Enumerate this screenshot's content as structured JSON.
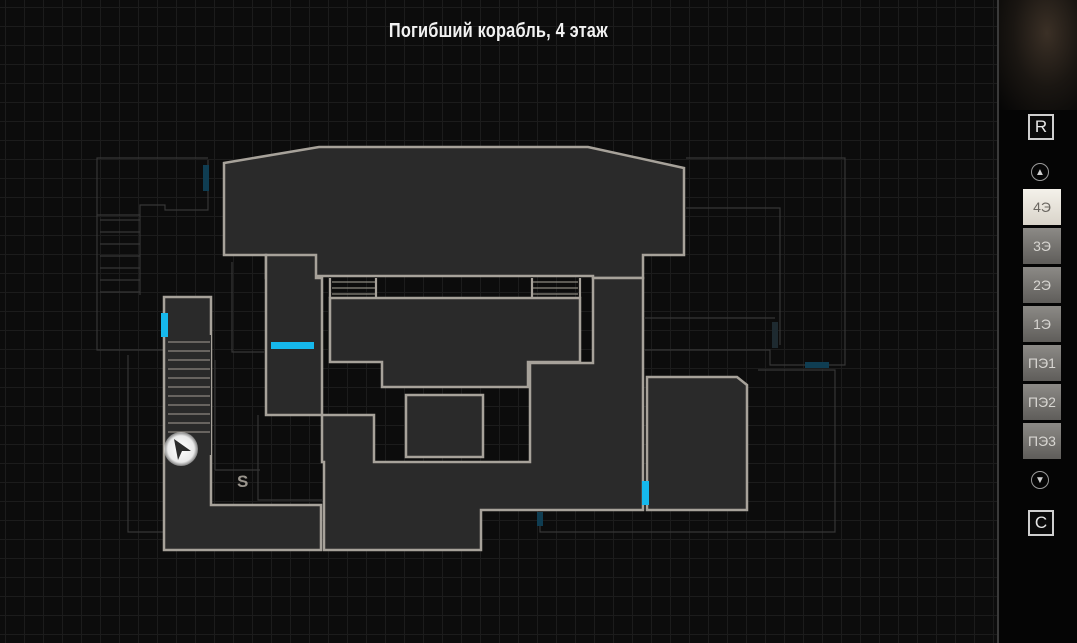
{
  "map": {
    "title": "Погибший корабль, 4 этаж",
    "marker_label": "S",
    "colors": {
      "room_fill": "#2a2a2a",
      "wall": "#a7a29a",
      "door": "#16b8ec",
      "locked_door": "#0f3d52",
      "faint_line": "#333333"
    }
  },
  "player": {
    "icon": "player-arrow-icon"
  },
  "side_panel": {
    "rotate_key": "R",
    "close_key": "C",
    "scroll_up_icon": "chevron-up-icon",
    "scroll_down_icon": "chevron-down-icon",
    "floors": [
      {
        "label": "4Э",
        "active": true
      },
      {
        "label": "3Э",
        "active": false
      },
      {
        "label": "2Э",
        "active": false
      },
      {
        "label": "1Э",
        "active": false
      },
      {
        "label": "ПЭ1",
        "active": false
      },
      {
        "label": "ПЭ2",
        "active": false
      },
      {
        "label": "ПЭ3",
        "active": false
      }
    ]
  }
}
